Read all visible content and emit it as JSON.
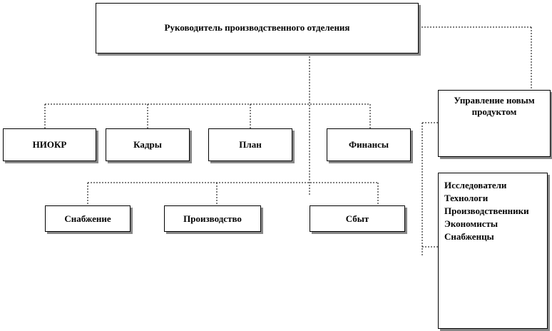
{
  "boxes": {
    "head": "Руководитель производственного отделения",
    "new_product": "Управление новым продуктом",
    "niokr": "НИОКР",
    "staff": "Кадры",
    "plan": "План",
    "finance": "Финансы",
    "supply": "Снабжение",
    "production": "Производство",
    "sales": "Сбыт"
  },
  "staff_list": [
    "Исследователи",
    "Технологи",
    "Производственники",
    "Экономисты",
    "Снабженцы"
  ],
  "colors": {
    "line": "#000000",
    "box_shadow": "#888888",
    "background": "#ffffff"
  }
}
